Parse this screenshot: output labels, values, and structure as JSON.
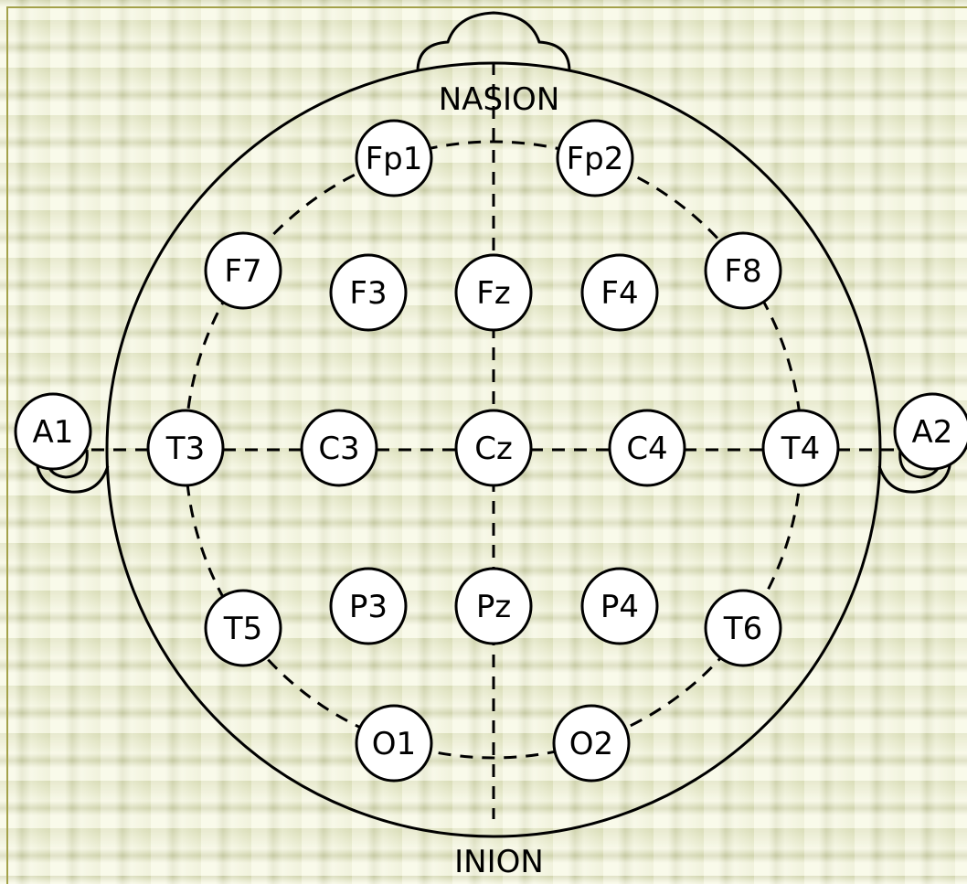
{
  "landmarks": {
    "nasion": "NASION",
    "inion": "INION"
  },
  "electrodes": {
    "Fp1": "Fp1",
    "Fp2": "Fp2",
    "F7": "F7",
    "F3": "F3",
    "Fz": "Fz",
    "F4": "F4",
    "F8": "F8",
    "A1": "A1",
    "T3": "T3",
    "C3": "C3",
    "Cz": "Cz",
    "C4": "C4",
    "T4": "T4",
    "A2": "A2",
    "T5": "T5",
    "P3": "P3",
    "Pz": "Pz",
    "P4": "P4",
    "T6": "T6",
    "O1": "O1",
    "O2": "O2"
  },
  "colors": {
    "line": "#000000",
    "electrode_fill": "#ffffff",
    "frame": "#a3a14a"
  }
}
